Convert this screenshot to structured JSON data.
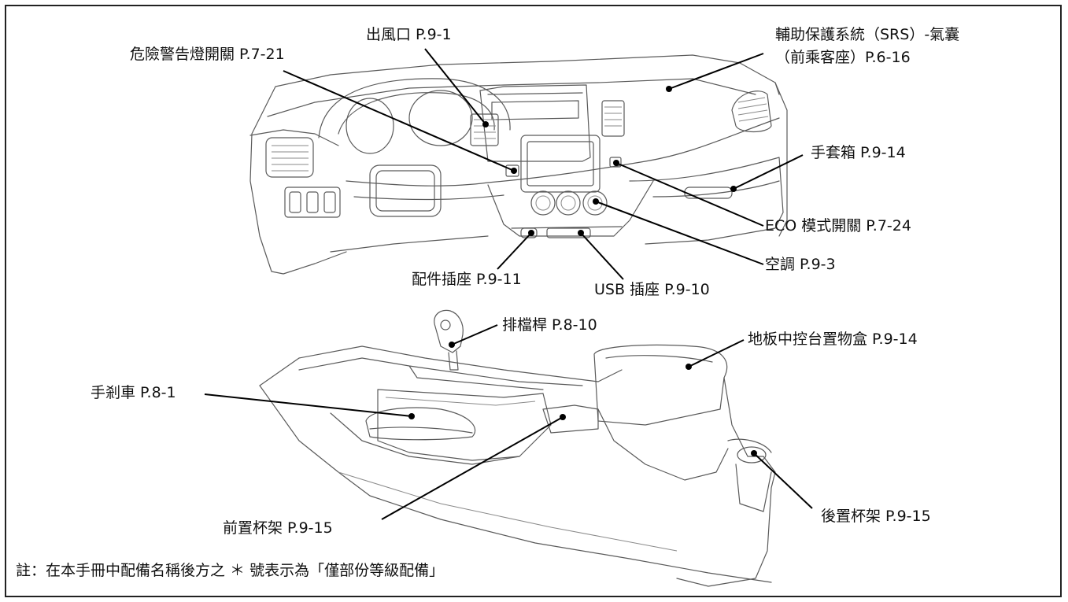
{
  "callouts": {
    "hazard_switch": "危險警告燈開關 P.7-21",
    "air_vent": "出風口 P.9-1",
    "srs_airbag_line1": "輔助保護系統（SRS）-氣囊",
    "srs_airbag_line2": "（前乘客座）P.6-16",
    "glove_box": "手套箱 P.9-14",
    "eco_switch": "ECO 模式開關 P.7-24",
    "air_conditioner": "空調 P.9-3",
    "accessory_socket": "配件插座 P.9-11",
    "usb_socket": "USB 插座 P.9-10",
    "shift_lever": "排檔桿 P.8-10",
    "floor_console_box": "地板中控台置物盒 P.9-14",
    "hand_brake": "手剎車 P.8-1",
    "front_cup_holder": "前置杯架 P.9-15",
    "rear_cup_holder": "後置杯架 P.9-15"
  },
  "footnote": "註：在本手冊中配備名稱後方之 ＊ 號表示為「僅部份等級配備」"
}
